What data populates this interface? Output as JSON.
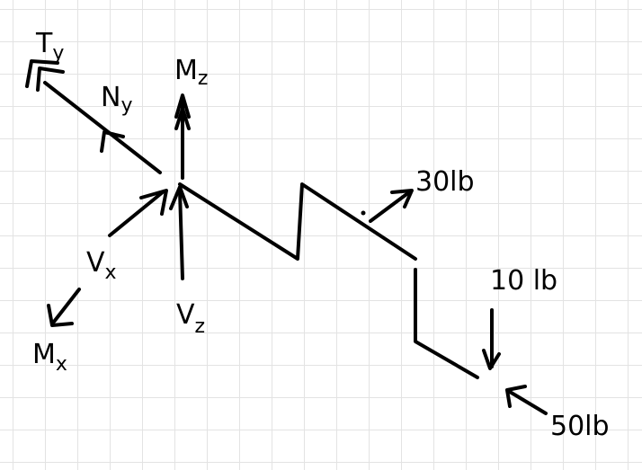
{
  "labels": {
    "ty": {
      "main": "T",
      "sub": "y"
    },
    "ny": {
      "main": "N",
      "sub": "y"
    },
    "mz": {
      "main": "M",
      "sub": "z"
    },
    "vx": {
      "main": "V",
      "sub": "x"
    },
    "mx": {
      "main": "M",
      "sub": "x"
    },
    "vz": {
      "main": "V",
      "sub": "z"
    },
    "f30": "30lb",
    "f10": "10 lb",
    "f50": "50lb"
  },
  "ink_color": "#000000",
  "grid_color": "#e3e3e3"
}
